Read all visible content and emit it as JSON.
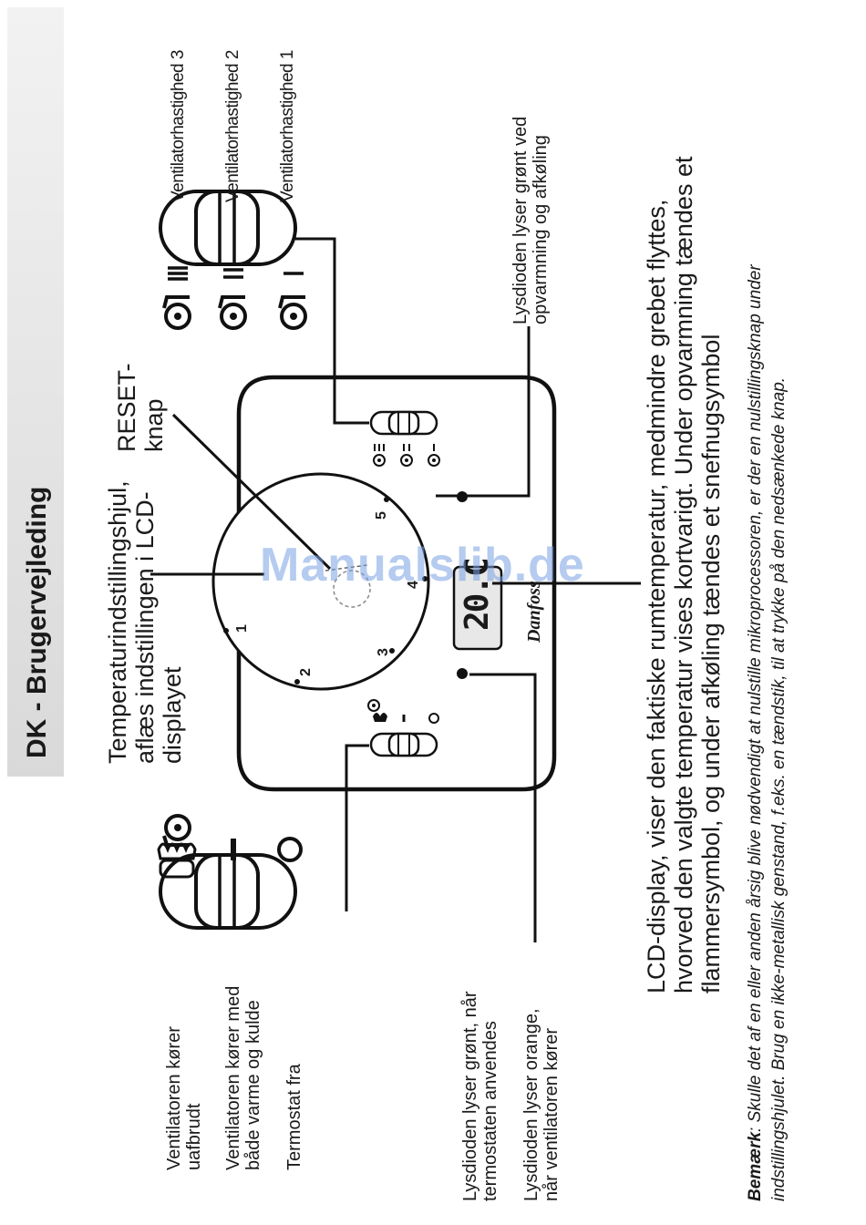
{
  "header": {
    "title": "DK - Brugervejleding"
  },
  "labels": {
    "fan_speed_3": "Ventilatorhastighed 3",
    "fan_speed_2": "Ventilatorhastighed 2",
    "fan_speed_1": "Ventilatorhastighed 1",
    "led_green_cooling": [
      "Lysdioden lyser grønt ved",
      "opvarmning og afkøling"
    ],
    "reset": [
      "RESET-",
      "knap"
    ],
    "temp_wheel": [
      "Temperaturindstillingshjul,",
      "aflæs indstillingen i LCD-",
      "displayet"
    ],
    "lcd_desc": [
      "LCD-display, viser den faktiske rumtemperatur, medmindre grebet flyttes,",
      "hvorved den valgte temperatur vises kortvarigt. Under opvarmning tændes et",
      "flammersymbol, og under afkøling tændes et snefnugsymbol"
    ],
    "fan_continuous": [
      "Ventilatoren kører",
      "uafbrudt"
    ],
    "fan_heat_cold": [
      "Ventilatoren kører med",
      "både varme og kulde"
    ],
    "thermostat_off": "Termostat fra",
    "led_green_thermostat": [
      "Lysdioden lyser grønt, når",
      "termostaten anvendes"
    ],
    "led_orange_fan": [
      "Lysdioden lyser orange,",
      "når ventilatoren kører"
    ]
  },
  "dial": {
    "numbers": [
      "1",
      "2",
      "3",
      "4",
      "5"
    ]
  },
  "lcd": {
    "reading": "20.C"
  },
  "brand": "Danfoss",
  "note": {
    "prefix": "Bemærk",
    "line1": ": Skulle det af en eller anden årsig blive nødvendigt at nulstille mikroprocessoren, er der en nulstillingsknap under",
    "line2": "indstillingshjulet. Brug en ikke-metallisk genstand, f.eks. en tændstik, til at trykke på den nedsænkede knap."
  },
  "watermark": "Manualslib.de"
}
